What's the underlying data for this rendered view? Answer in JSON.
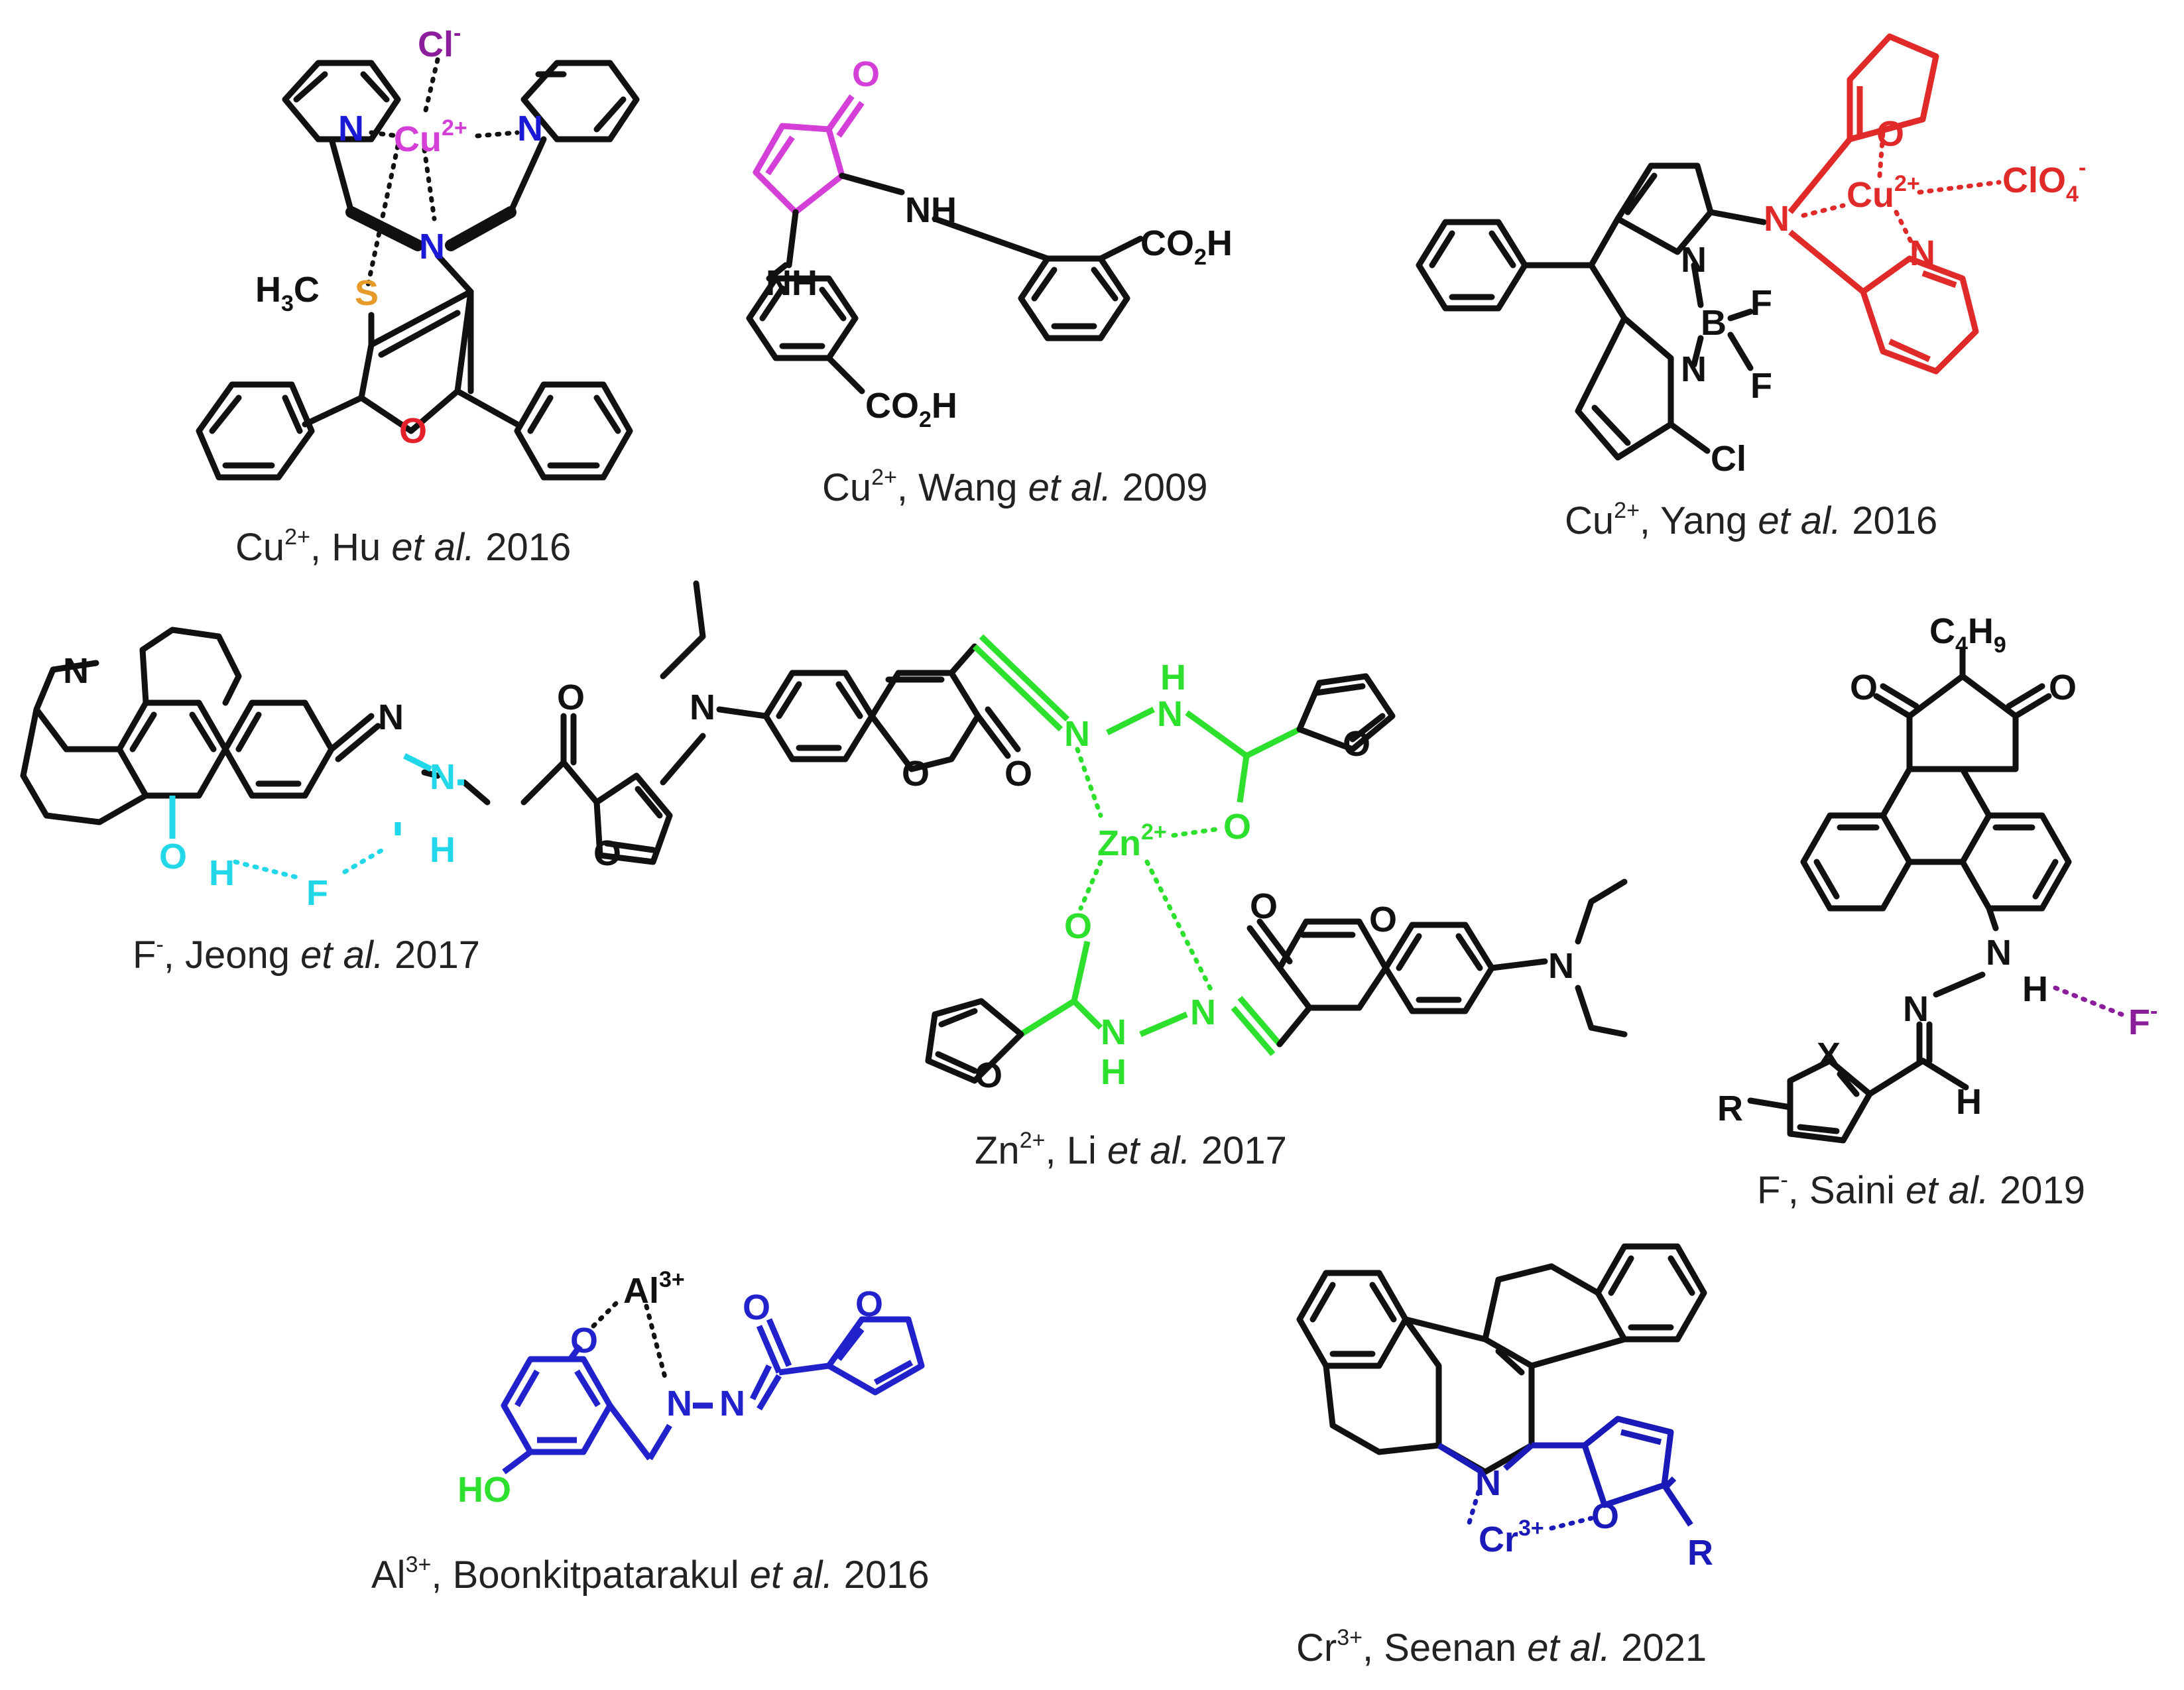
{
  "colors": {
    "bond": "#111111",
    "copper": "#d43fd8",
    "sulfur": "#e69a28",
    "nitrogen_blue": "#1a1ad6",
    "oxygen_red": "#e4202a",
    "fluoride_purple": "#8b1e9a",
    "jeong_cyan": "#22d8e8",
    "zinc_green": "#2ee02e",
    "yang_red": "#e02a2a",
    "al_blue": "#2222cc",
    "cr_blue": "#1a1ab8"
  },
  "structures": [
    {
      "id": "hu",
      "caption": {
        "ion": "Cu",
        "charge": "2+",
        "sep": ", ",
        "author": "Hu ",
        "etal": "et al.",
        "year": " 2016"
      },
      "labels": {
        "cl": "Cl",
        "cl_charge": "-",
        "cu": "Cu",
        "cu_charge": "2+",
        "n_left": "N",
        "n_right": "N",
        "n_center": "N",
        "h3c": "H",
        "h3c_sub": "3",
        "c": "C",
        "s": "S",
        "o": "O"
      }
    },
    {
      "id": "wang",
      "caption": {
        "ion": "Cu",
        "charge": "2+",
        "sep": ", ",
        "author": "Wang ",
        "etal": "et al.",
        "year": " 2009"
      },
      "labels": {
        "o": "O",
        "nh_left": "NH",
        "nh_right": "NH",
        "co2h_top": "CO",
        "co2h_top_sub": "2",
        "co2h_top_h": "H",
        "co2h_bot": "CO",
        "co2h_bot_sub": "2",
        "co2h_bot_h": "H"
      }
    },
    {
      "id": "yang",
      "caption": {
        "ion": "Cu",
        "charge": "2+",
        "sep": ", ",
        "author": "Yang ",
        "etal": "et al.",
        "year": " 2016"
      },
      "labels": {
        "n_amine": "N",
        "cu": "Cu",
        "cu_charge": "2+",
        "clo4": "ClO",
        "clo4_sub": "4",
        "clo4_charge": "-",
        "o_furan": "O",
        "n_pyr": "N",
        "n_top": "N",
        "n_bot": "N",
        "b": "B",
        "f_top": "F",
        "f_bot": "F",
        "cl": "Cl"
      }
    },
    {
      "id": "jeong",
      "caption": {
        "ion": "F",
        "charge": "-",
        "sep": ", ",
        "author": "Jeong ",
        "etal": "et al.",
        "year": " 2017"
      },
      "labels": {
        "n_ring": "N",
        "n_imine": "N",
        "n_amide": "N",
        "h_amide": "H",
        "o_carbonyl": "O",
        "o_furan": "O",
        "o_phenol": "O",
        "h_phenol": "H",
        "f": "F"
      }
    },
    {
      "id": "li",
      "caption": {
        "ion": "Zn",
        "charge": "2+",
        "sep": ", ",
        "author": "Li ",
        "etal": "et al.",
        "year": " 2017"
      },
      "labels": {
        "n_left": "N",
        "o_lac1": "O",
        "o_carb1": "O",
        "n_top1": "N",
        "n_top2": "N",
        "h_top": "H",
        "o_link1": "O",
        "o_fur1": "O",
        "zn": "Zn",
        "zn_charge": "2+",
        "o_link2": "O",
        "o_fur2": "O",
        "nh_bot": "N",
        "h_bot": "H",
        "n_bot": "N",
        "o_lac2": "O",
        "o_carb2": "O",
        "n_right": "N"
      }
    },
    {
      "id": "saini",
      "caption": {
        "ion": "F",
        "charge": "-",
        "sep": ", ",
        "author": "Saini ",
        "etal": "et al.",
        "year": " 2019"
      },
      "labels": {
        "c4h9": "C",
        "c4h9_sub1": "4",
        "c4h9_h": "H",
        "c4h9_sub2": "9",
        "o_left": "O",
        "o_right": "O",
        "n_amine": "N",
        "h_amine": "H",
        "f": "F",
        "f_charge": "-",
        "n_imine": "N",
        "x": "X",
        "r": "R",
        "h_imine": "H"
      }
    },
    {
      "id": "boonkit",
      "caption": {
        "ion": "Al",
        "charge": "3+",
        "sep": ", ",
        "author": "Boonkitpatarakul ",
        "etal": "et al.",
        "year": " 2016"
      },
      "labels": {
        "al": "Al",
        "al_charge": "3+",
        "o_phenol": "O",
        "n1": "N",
        "n2": "N",
        "o_carbonyl": "O",
        "o_furan": "O",
        "ho": "HO"
      }
    },
    {
      "id": "seenan",
      "caption": {
        "ion": "Cr",
        "charge": "3+",
        "sep": ", ",
        "author": "Seenan ",
        "etal": "et al.",
        "year": " 2021"
      },
      "labels": {
        "n": "N",
        "o": "O",
        "cr": "Cr",
        "cr_charge": "3+",
        "r": "R"
      }
    }
  ]
}
